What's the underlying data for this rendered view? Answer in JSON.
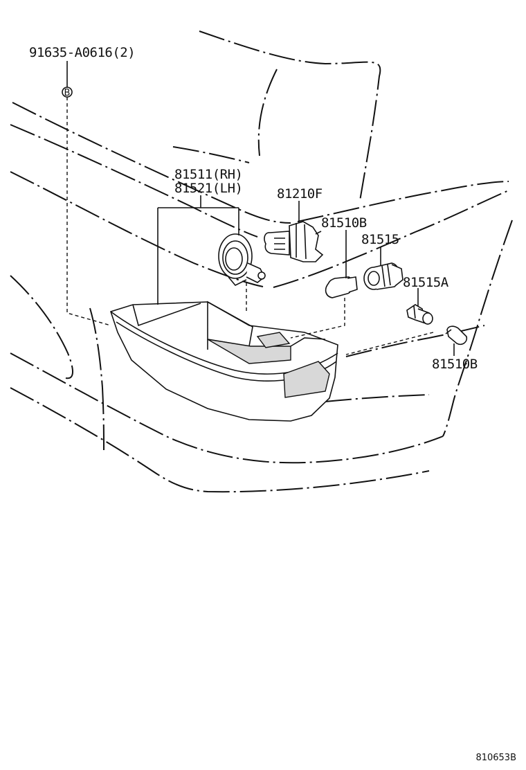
{
  "labels": {
    "bolt": "91635-A0616(2)",
    "bolt_marker": "B",
    "housing_rh": "81511(RH)",
    "housing_lh": "81521(LH)",
    "bulb_main": "81210F",
    "bulb_wedge_upper": "81510B",
    "socket_upper": "81515",
    "socket_lower": "81515A",
    "bulb_wedge_lower": "81510B"
  },
  "figure_code": "810653B"
}
